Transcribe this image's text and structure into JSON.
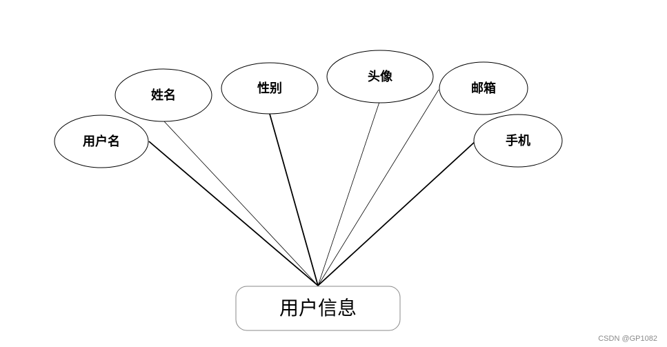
{
  "diagram": {
    "entity": {
      "label": "用户信息"
    },
    "attributes": [
      {
        "id": "username",
        "label": "用户名"
      },
      {
        "id": "name",
        "label": "姓名"
      },
      {
        "id": "gender",
        "label": "性别"
      },
      {
        "id": "avatar",
        "label": "头像"
      },
      {
        "id": "email",
        "label": "邮箱"
      },
      {
        "id": "phone",
        "label": "手机"
      }
    ]
  },
  "watermark": "CSDN @GP1082"
}
